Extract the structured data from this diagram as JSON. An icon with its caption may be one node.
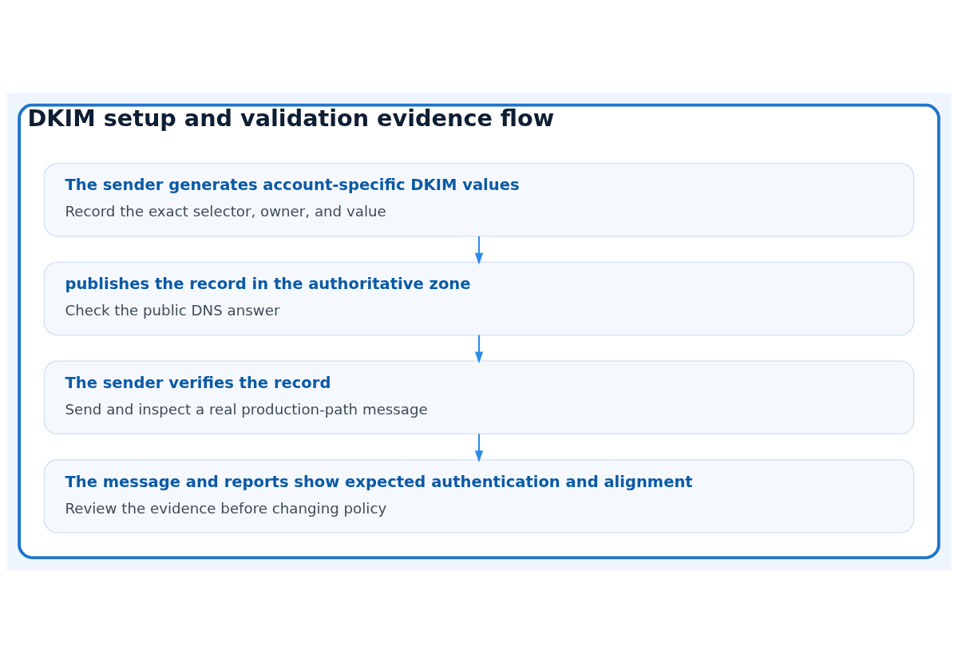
{
  "diagram": {
    "nodes": [
      {
        "text": [
          "DKIM setup and validation evidence flow"
        ]
      },
      {
        "text": [
          "The sender generates account-specific DKIM values",
          "Record the exact selector, owner, and value"
        ],
        "in": 0
      },
      {
        "text": [
          "publishes the record in the authoritative zone",
          "Check the public DNS answer"
        ],
        "in": 0
      },
      {
        "text": [
          "The sender verifies the record",
          "Send and inspect a real production-path message"
        ],
        "in": 0
      },
      {
        "text": [
          "The message and reports show expected authentication and alignment",
          "Review the evidence before changing policy"
        ],
        "in": 0
      }
    ],
    "edges": [
      {
        "from": 1,
        "to": 2,
        "arrow": "to"
      },
      {
        "from": 2,
        "to": 3,
        "arrow": "to"
      },
      {
        "from": 3,
        "to": 4,
        "arrow": "to"
      }
    ]
  }
}
